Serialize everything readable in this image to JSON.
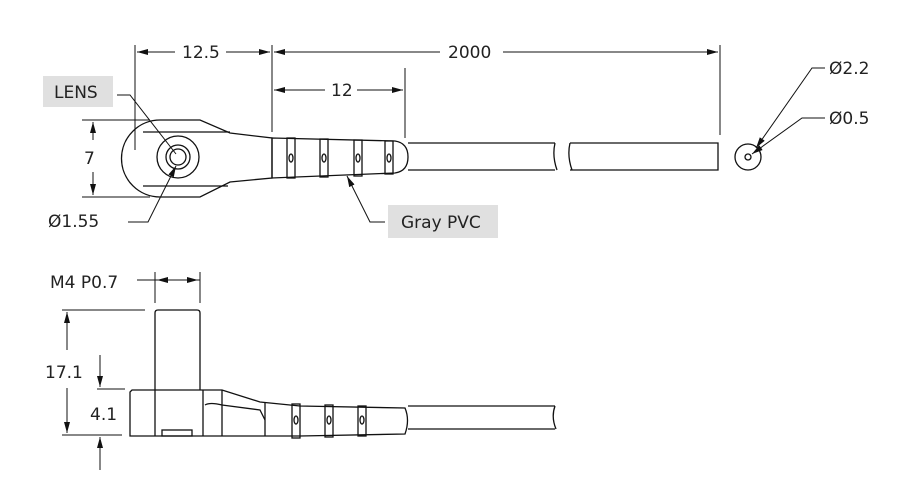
{
  "top_view": {
    "dim_head_length": "12.5",
    "dim_cable_length": "2000",
    "dim_boot_length": "12",
    "dim_head_height": "7",
    "lens_label": "LENS",
    "lens_diameter": "Ø1.55",
    "cable_material_label": "Gray PVC",
    "cable_outer_diameter": "Ø2.2",
    "fiber_core_diameter": "Ø0.5"
  },
  "side_view": {
    "thread_spec": "M4 P0.7",
    "dim_total_height": "17.1",
    "dim_base_height": "4.1"
  }
}
